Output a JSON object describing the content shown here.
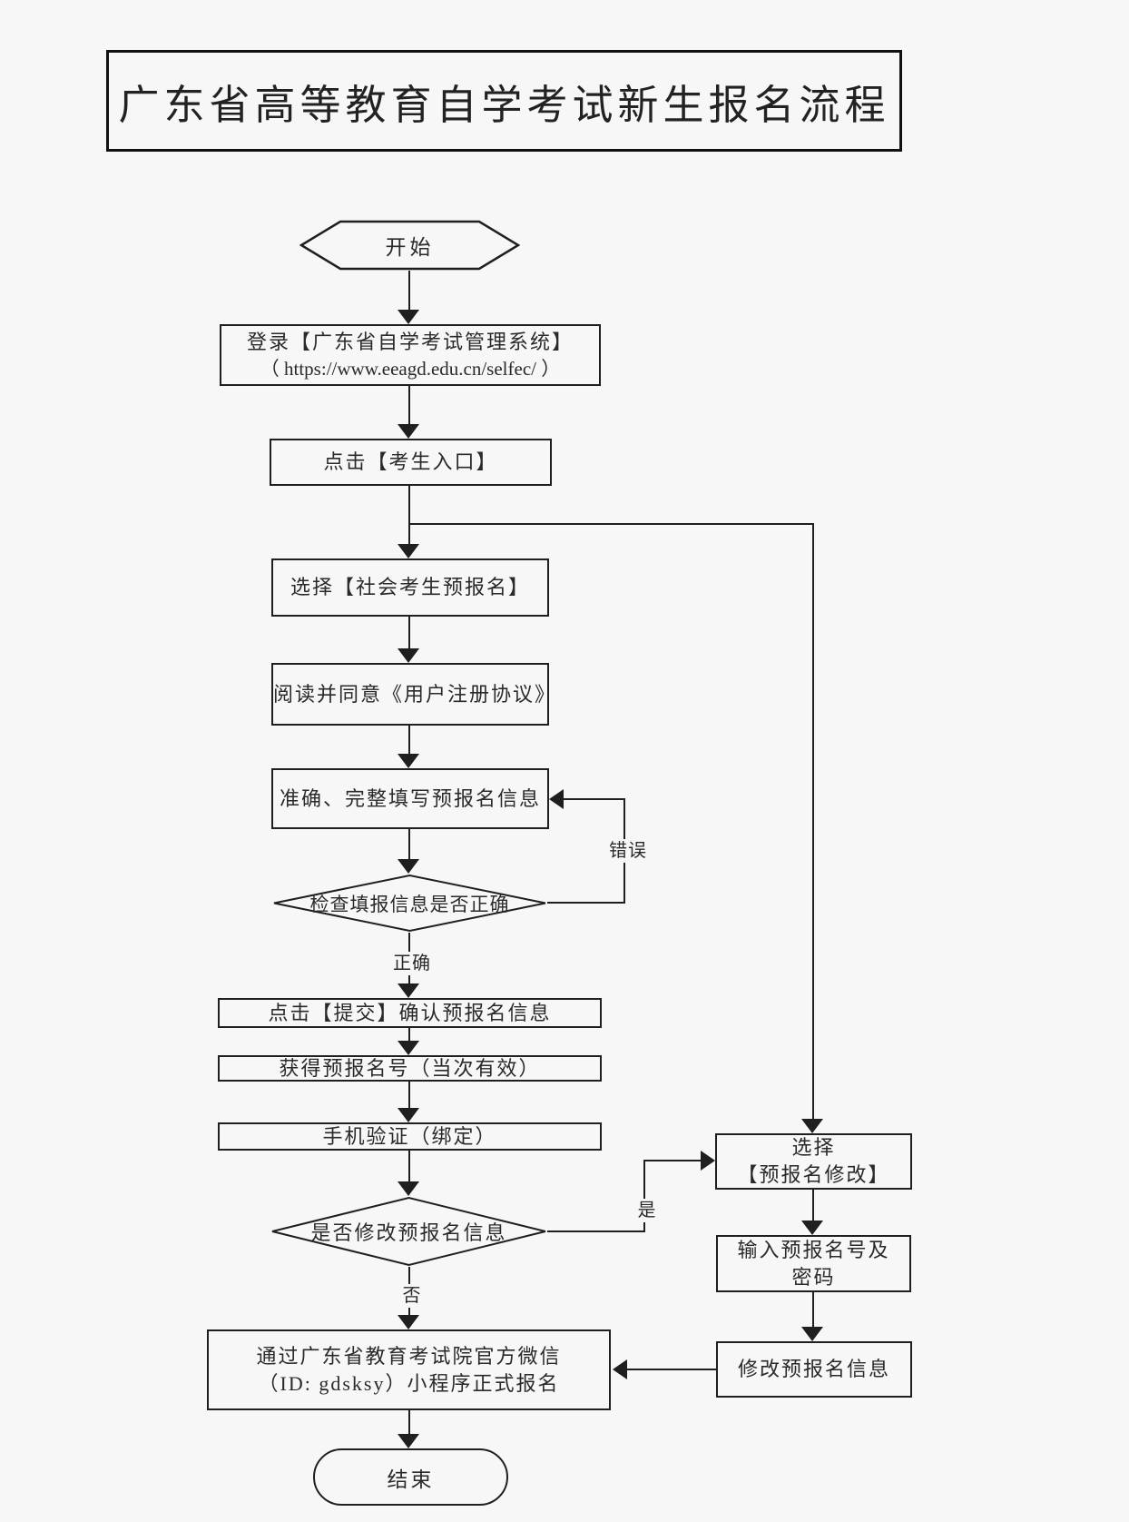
{
  "title": "广东省高等教育自学考试新生报名流程",
  "nodes": {
    "start": "开始",
    "login_line1": "登录【广东省自学考试管理系统】",
    "login_line2": "（ https://www.eeagd.edu.cn/selfec/ ）",
    "entry": "点击【考生入口】",
    "choose_pre": "选择【社会考生预报名】",
    "agreement": "阅读并同意《用户注册协议》",
    "fill_info": "准确、完整填写预报名信息",
    "check_info": "检查填报信息是否正确",
    "submit": "点击【提交】确认预报名信息",
    "get_number": "获得预报名号（当次有效）",
    "phone_verify": "手机验证（绑定）",
    "modify_decision": "是否修改预报名信息",
    "choose_modify_line1": "选择",
    "choose_modify_line2": "【预报名修改】",
    "input_number_line1": "输入预报名号及",
    "input_number_line2": "密码",
    "modify_info": "修改预报名信息",
    "official_line1": "通过广东省教育考试院官方微信",
    "official_line2": "（ID: gdsksy）小程序正式报名",
    "end": "结束"
  },
  "edge_labels": {
    "error": "错误",
    "correct": "正确",
    "yes": "是",
    "no": "否"
  },
  "colors": {
    "line": "#1f1f1f",
    "background": "#f7f7f7"
  }
}
